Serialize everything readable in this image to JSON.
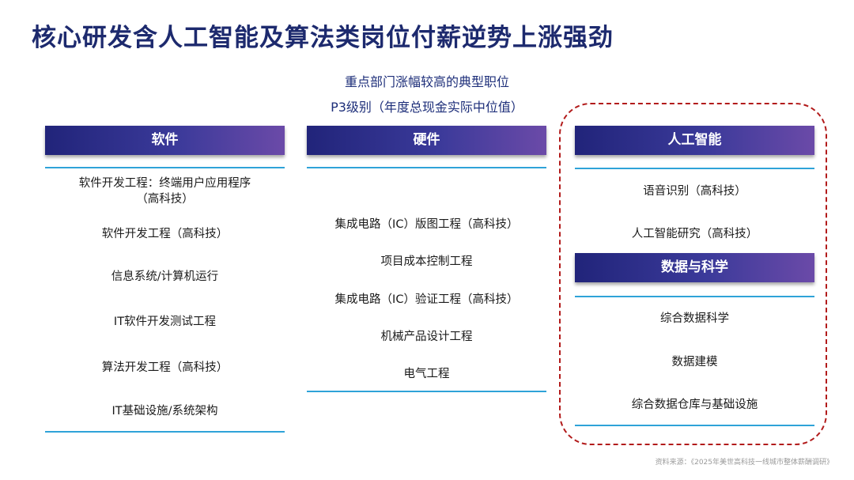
{
  "title": "核心研发含人工智能及算法类岗位付薪逆势上涨强劲",
  "subtitle_line1": "重点部门涨幅较高的典型职位",
  "subtitle_line2": "P3级别（年度总现金实际中位值）",
  "columns": {
    "software": {
      "header": "软件",
      "items": [
        "软件开发工程：终端用户应用程序\n（高科技）",
        "软件开发工程（高科技）",
        "信息系统/计算机运行",
        "IT软件开发测试工程",
        "算法开发工程（高科技）",
        "IT基础设施/系统架构"
      ]
    },
    "hardware": {
      "header": "硬件",
      "items": [
        "集成电路（IC）版图工程（高科技）",
        "项目成本控制工程",
        "集成电路（IC）验证工程（高科技）",
        "机械产品设计工程",
        "电气工程"
      ]
    },
    "ai": {
      "header": "人工智能",
      "items": [
        "语音识别（高科技）",
        "人工智能研究（高科技）"
      ]
    },
    "data_science": {
      "header": "数据与科学",
      "items": [
        "综合数据科学",
        "数据建模",
        "综合数据仓库与基础设施"
      ]
    }
  },
  "source": "资料来源：《2025年美世高科技一线城市整体薪酬调研》",
  "colors": {
    "title": "#1d2a6e",
    "header_start": "#21247a",
    "header_end": "#6b4aa8",
    "rule": "#2fa3d8",
    "highlight_border": "#b21b1b"
  }
}
